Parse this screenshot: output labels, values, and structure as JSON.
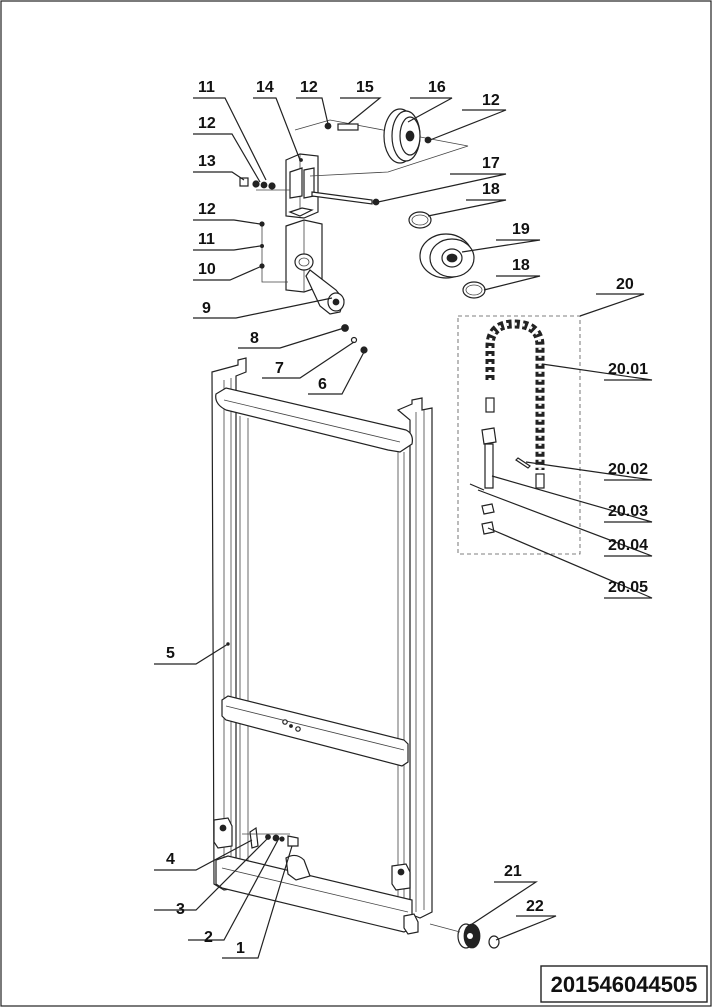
{
  "callouts": [
    {
      "id": "c11a",
      "text": "11"
    },
    {
      "id": "c14",
      "text": "14"
    },
    {
      "id": "c12a",
      "text": "12"
    },
    {
      "id": "c15",
      "text": "15"
    },
    {
      "id": "c16",
      "text": "16"
    },
    {
      "id": "c12b",
      "text": "12"
    },
    {
      "id": "c12c",
      "text": "12"
    },
    {
      "id": "c13",
      "text": "13"
    },
    {
      "id": "c17",
      "text": "17"
    },
    {
      "id": "c18a",
      "text": "18"
    },
    {
      "id": "c12d",
      "text": "12"
    },
    {
      "id": "c19",
      "text": "19"
    },
    {
      "id": "c11b",
      "text": "11"
    },
    {
      "id": "c10",
      "text": "10"
    },
    {
      "id": "c18b",
      "text": "18"
    },
    {
      "id": "c20",
      "text": "20"
    },
    {
      "id": "c9",
      "text": "9"
    },
    {
      "id": "c8",
      "text": "8"
    },
    {
      "id": "c2001",
      "text": "20.01"
    },
    {
      "id": "c7",
      "text": "7"
    },
    {
      "id": "c6",
      "text": "6"
    },
    {
      "id": "c2002",
      "text": "20.02"
    },
    {
      "id": "c2003",
      "text": "20.03"
    },
    {
      "id": "c2004",
      "text": "20.04"
    },
    {
      "id": "c2005",
      "text": "20.05"
    },
    {
      "id": "c5",
      "text": "5"
    },
    {
      "id": "c4",
      "text": "4"
    },
    {
      "id": "c21",
      "text": "21"
    },
    {
      "id": "c3",
      "text": "3"
    },
    {
      "id": "c22",
      "text": "22"
    },
    {
      "id": "c2",
      "text": "2"
    },
    {
      "id": "c1",
      "text": "1"
    }
  ],
  "document_code": "201546044505"
}
